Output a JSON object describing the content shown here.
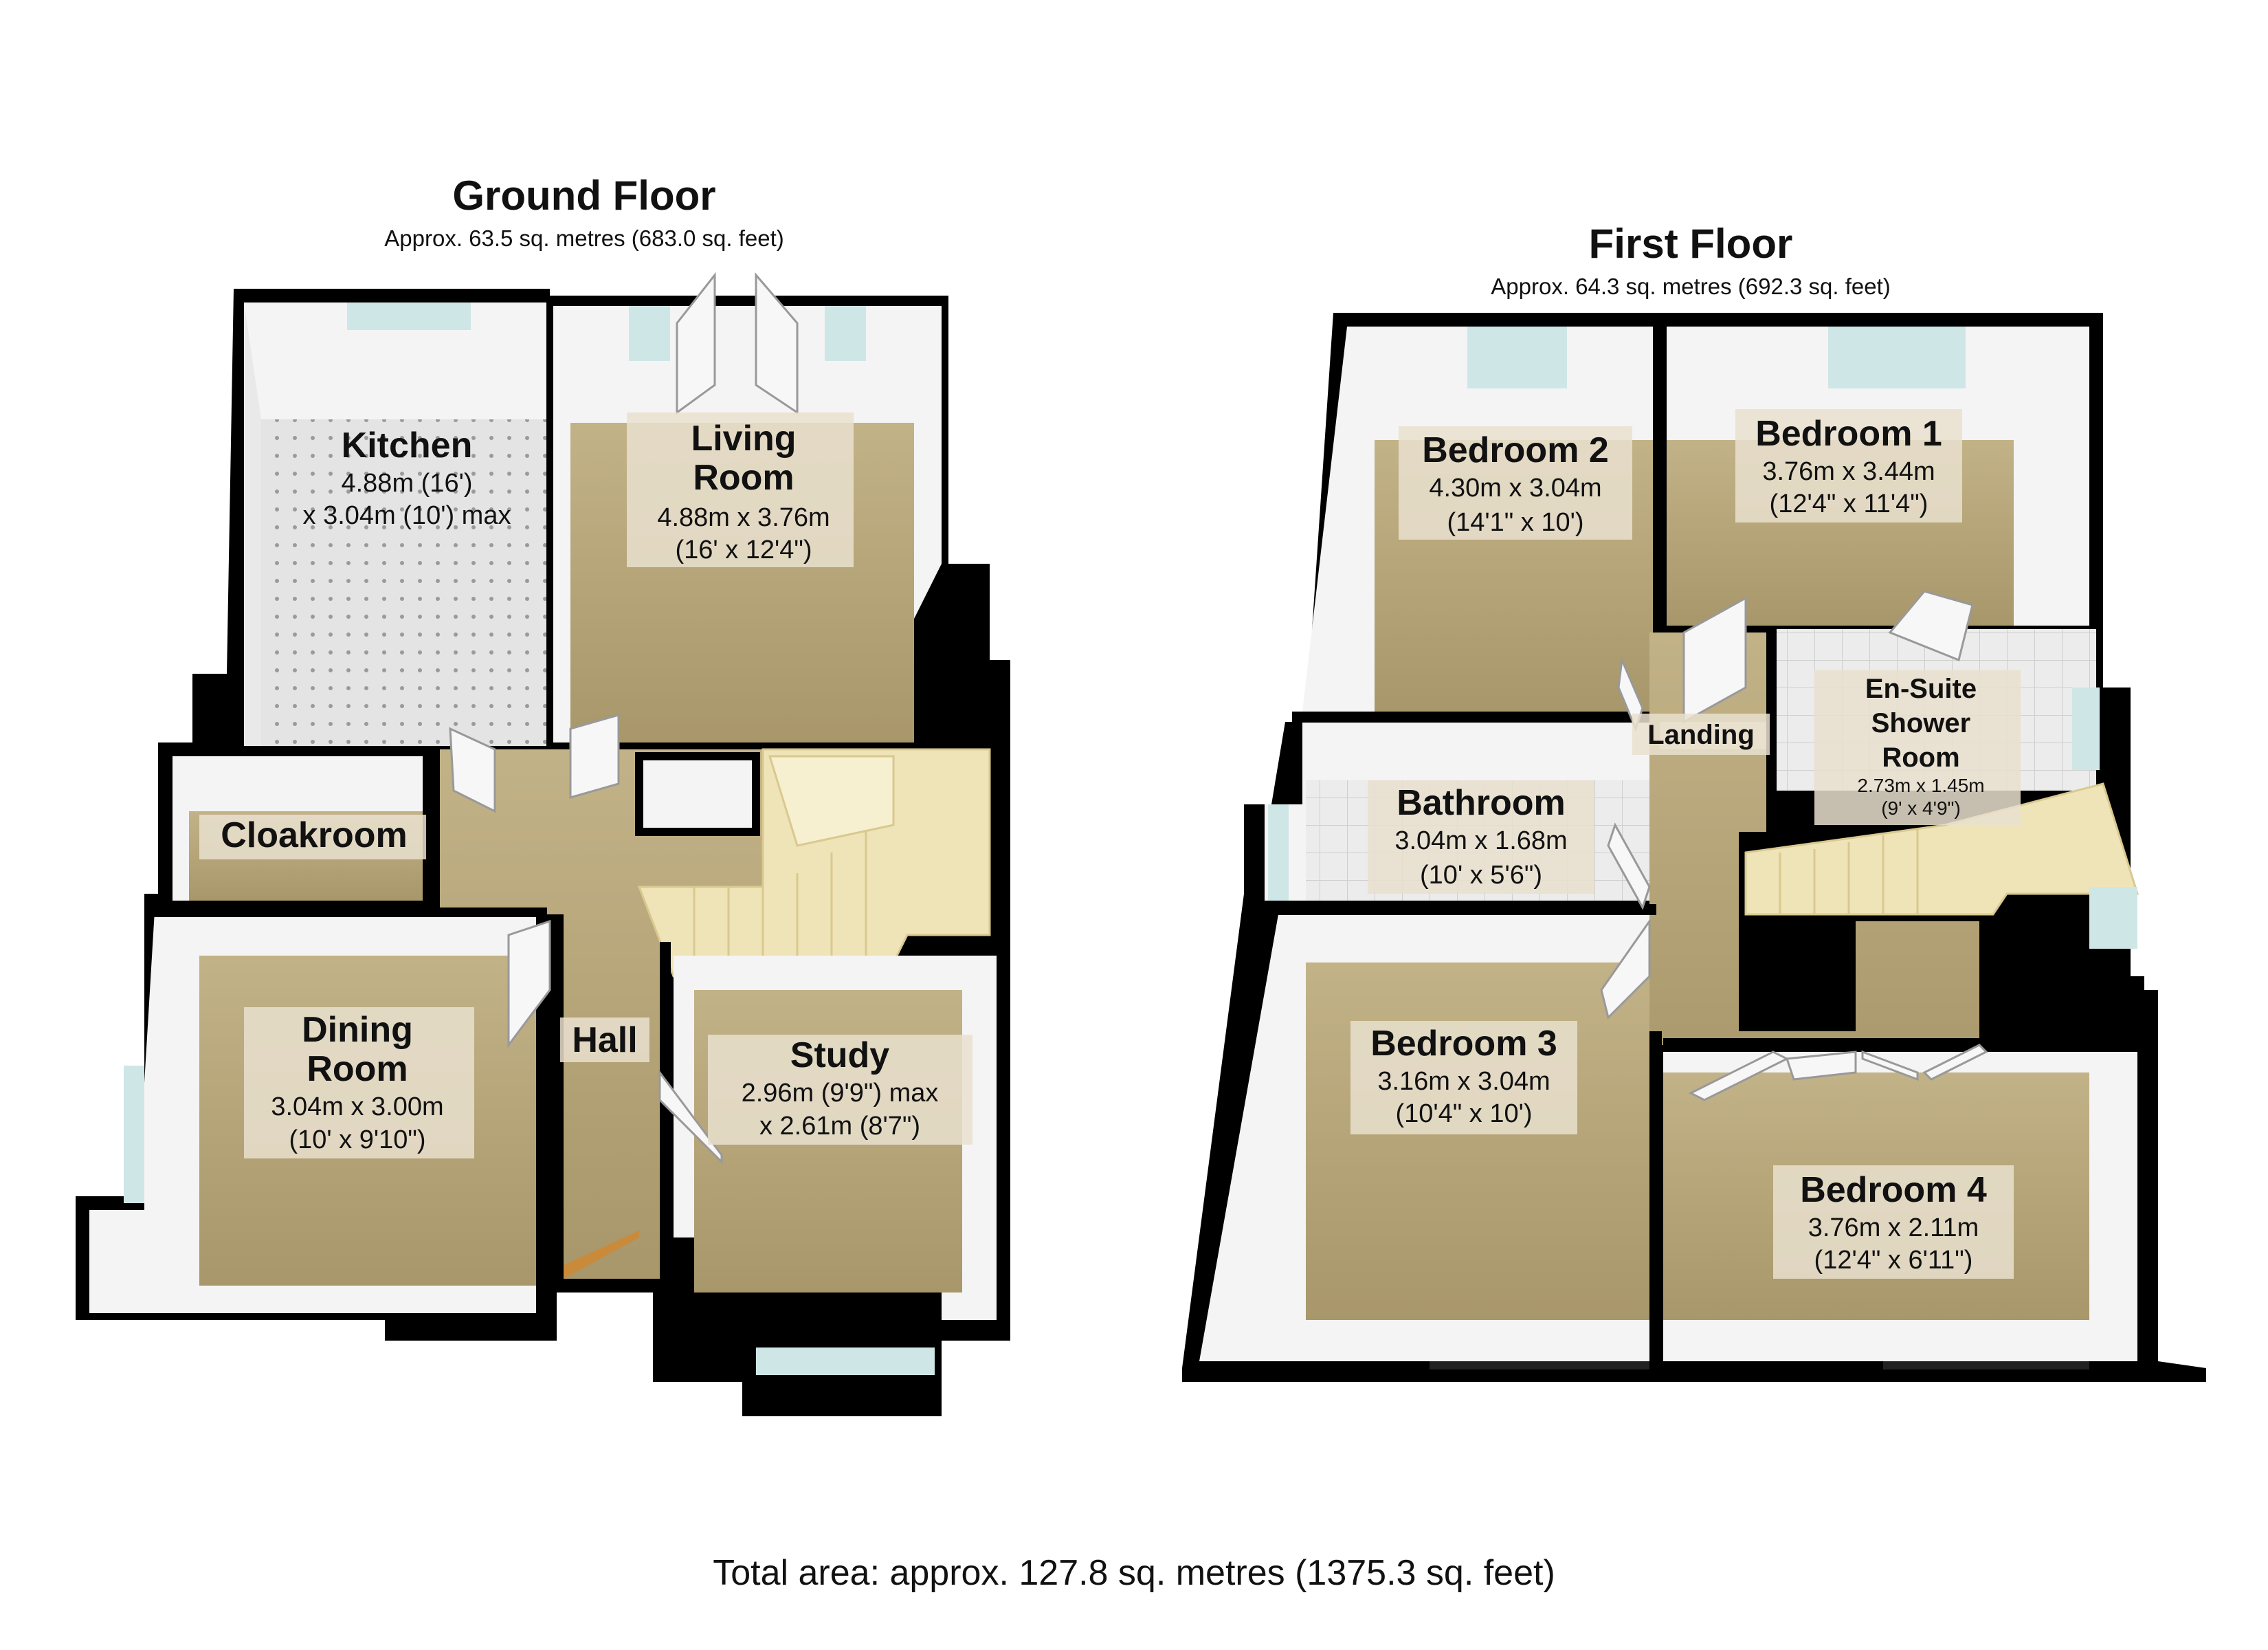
{
  "ground_floor": {
    "title": "Ground Floor",
    "area": "Approx. 63.5 sq. metres (683.0 sq. feet)",
    "rooms": {
      "kitchen": {
        "name": "Kitchen",
        "dim1": "4.88m (16')",
        "dim2": "x 3.04m (10') max"
      },
      "living": {
        "name1": "Living",
        "name2": "Room",
        "dim1": "4.88m x 3.76m",
        "dim2": "(16' x 12'4\")"
      },
      "cloakroom": {
        "name": "Cloakroom"
      },
      "dining": {
        "name1": "Dining",
        "name2": "Room",
        "dim1": "3.04m x 3.00m",
        "dim2": "(10' x 9'10\")"
      },
      "hall": {
        "name": "Hall"
      },
      "study": {
        "name": "Study",
        "dim1": "2.96m (9'9\") max",
        "dim2": "x 2.61m (8'7\")"
      }
    }
  },
  "first_floor": {
    "title": "First Floor",
    "area": "Approx. 64.3 sq. metres (692.3 sq. feet)",
    "rooms": {
      "bedroom2": {
        "name": "Bedroom 2",
        "dim1": "4.30m x 3.04m",
        "dim2": "(14'1\" x 10')"
      },
      "bedroom1": {
        "name": "Bedroom 1",
        "dim1": "3.76m x 3.44m",
        "dim2": "(12'4\" x 11'4\")"
      },
      "landing": {
        "name": "Landing"
      },
      "ensuite": {
        "name1": "En-Suite",
        "name2": "Shower",
        "name3": "Room",
        "dim1": "2.73m x 1.45m",
        "dim2": "(9' x 4'9\")"
      },
      "bathroom": {
        "name": "Bathroom",
        "dim1": "3.04m x 1.68m",
        "dim2": "(10' x 5'6\")"
      },
      "bedroom3": {
        "name": "Bedroom 3",
        "dim1": "3.16m x 3.04m",
        "dim2": "(10'4\" x 10')"
      },
      "bedroom4": {
        "name": "Bedroom 4",
        "dim1": "3.76m x 2.11m",
        "dim2": "(12'4\" x 6'11\")"
      }
    }
  },
  "total_area": "Total area: approx. 127.8 sq. metres (1375.3 sq. feet)",
  "colors": {
    "wall": "#000000",
    "floor_carpet": "#b8a678",
    "floor_tile": "#e6e6e6",
    "wall_inner": "#f4f4f4",
    "window": "#cfe6e6",
    "stairs": "#efe3b8"
  }
}
